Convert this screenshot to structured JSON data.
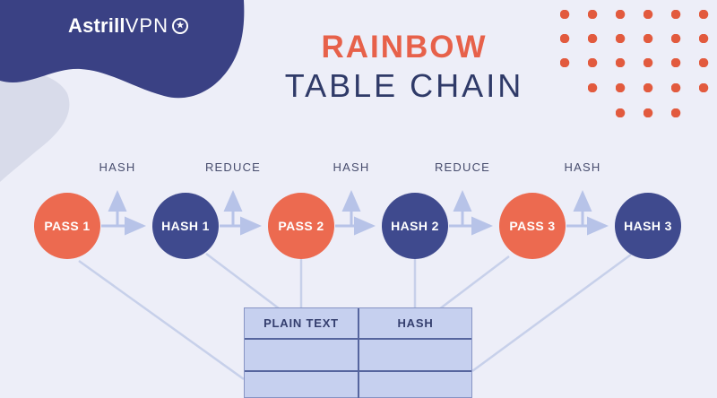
{
  "logo": {
    "brand": "Astrill",
    "brand_suffix": "VPN",
    "icon": "star-badge-icon",
    "icon_glyph": "★"
  },
  "title": {
    "line1": "RAINBOW",
    "line2": "TABLE CHAIN"
  },
  "chain": {
    "nodes": [
      {
        "label": "PASS 1",
        "type": "pass"
      },
      {
        "label": "HASH 1",
        "type": "hash"
      },
      {
        "label": "PASS 2",
        "type": "pass"
      },
      {
        "label": "HASH 2",
        "type": "hash"
      },
      {
        "label": "PASS 3",
        "type": "pass"
      },
      {
        "label": "HASH 3",
        "type": "hash"
      }
    ],
    "step_labels": [
      {
        "text": "HASH"
      },
      {
        "text": "REDUCE"
      },
      {
        "text": "HASH"
      },
      {
        "text": "REDUCE"
      },
      {
        "text": "HASH"
      }
    ]
  },
  "table": {
    "headers": [
      "PLAIN TEXT",
      "HASH"
    ],
    "empty_rows": 2
  },
  "colors": {
    "background": "#edeef8",
    "blob_navy": "#3a4184",
    "blob_gray": "#d8dbea",
    "pass_node": "#ec6a50",
    "hash_node": "#3f4a8e",
    "accent_orange": "#e7614a",
    "title_navy": "#2f3a68",
    "dots_orange": "#e25a3e",
    "arrow": "#b7c3e8",
    "connector": "#c7d0ea",
    "table_fill": "#c6d0ef",
    "table_line": "#56659e"
  }
}
